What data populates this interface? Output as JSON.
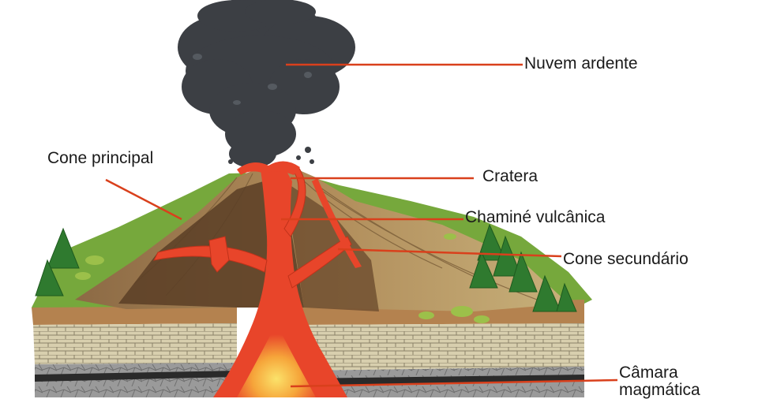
{
  "labels": {
    "nuvem_ardente": "Nuvem ardente",
    "cone_principal": "Cone principal",
    "cratera": "Cratera",
    "chamine_vulcanica": "Chaminé vulcânica",
    "cone_secundario": "Cone secundário",
    "camara_line1": "Câmara",
    "camara_line2": "magmática"
  },
  "colors": {
    "pointer": "#d9401c",
    "lava": "#e8452a",
    "magma_core": "#f6b43a",
    "ash_cloud": "#3c3f44",
    "grass": "#76a83c",
    "cone_soil": "#a98a57"
  },
  "icons": [
    "volcano-illustration",
    "ash-cloud",
    "tree-icon"
  ]
}
